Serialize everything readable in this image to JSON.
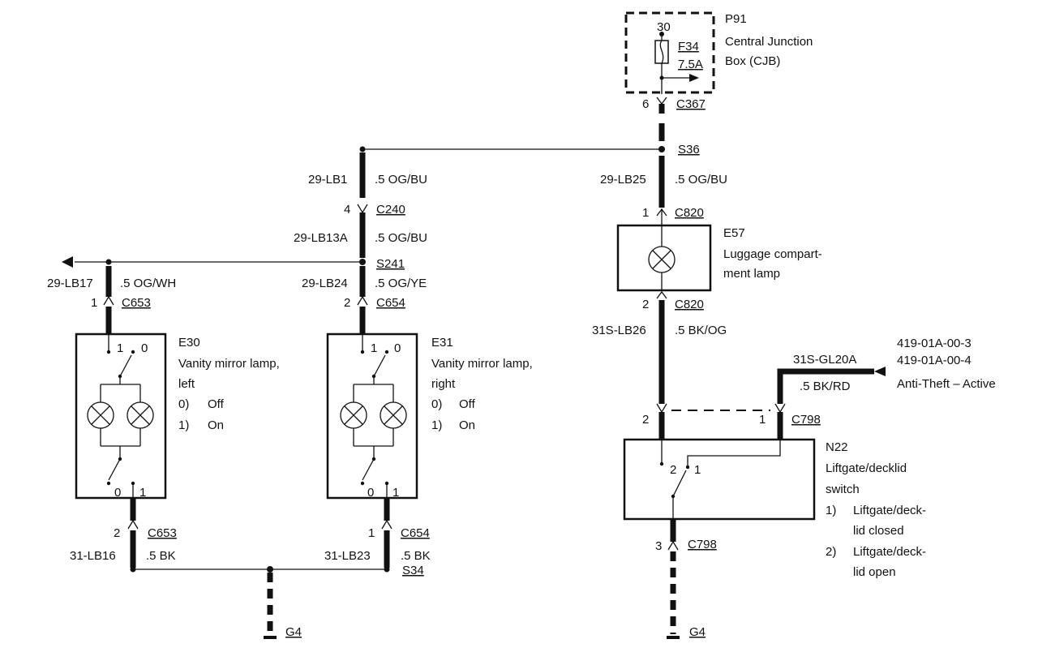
{
  "p91": {
    "id": "P91",
    "name_l1": "Central Junction",
    "name_l2": "Box (CJB)",
    "pin": "30",
    "fuse_id": "F34",
    "fuse_rating": "7.5A"
  },
  "c367": {
    "pin": "6",
    "id": "C367"
  },
  "s36": {
    "id": "S36"
  },
  "wire_lb25": {
    "code": "29-LB25",
    "spec": ".5 OG/BU"
  },
  "wire_lb1": {
    "code": "29-LB1",
    "spec": ".5 OG/BU"
  },
  "c240": {
    "pin": "4",
    "id": "C240"
  },
  "wire_lb13a": {
    "code": "29-LB13A",
    "spec": ".5 OG/BU"
  },
  "s241": {
    "id": "S241"
  },
  "wire_lb17": {
    "code": "29-LB17",
    "spec": ".5 OG/WH"
  },
  "wire_lb24": {
    "code": "29-LB24",
    "spec": ".5 OG/YE"
  },
  "c653_top": {
    "pin": "1",
    "id": "C653"
  },
  "c654_top": {
    "pin": "2",
    "id": "C654"
  },
  "e30": {
    "id": "E30",
    "name_l1": "Vanity mirror lamp,",
    "name_l2": "left",
    "state0_num": "0)",
    "state0": "Off",
    "state1_num": "1)",
    "state1": "On",
    "sw_top_1": "1",
    "sw_top_0": "0",
    "sw_bot_0": "0",
    "sw_bot_1": "1"
  },
  "e31": {
    "id": "E31",
    "name_l1": "Vanity mirror lamp,",
    "name_l2": "right",
    "state0_num": "0)",
    "state0": "Off",
    "state1_num": "1)",
    "state1": "On",
    "sw_top_1": "1",
    "sw_top_0": "0",
    "sw_bot_0": "0",
    "sw_bot_1": "1"
  },
  "c653_bot": {
    "pin": "2",
    "id": "C653"
  },
  "c654_bot": {
    "pin": "1",
    "id": "C654"
  },
  "wire_lb16": {
    "code": "31-LB16",
    "spec": ".5 BK"
  },
  "wire_lb23": {
    "code": "31-LB23",
    "spec": ".5 BK"
  },
  "s34": {
    "id": "S34"
  },
  "g4_left": {
    "id": "G4"
  },
  "c820_top": {
    "pin": "1",
    "id": "C820"
  },
  "e57": {
    "id": "E57",
    "name_l1": "Luggage compart-",
    "name_l2": "ment lamp"
  },
  "c820_bot": {
    "pin": "2",
    "id": "C820"
  },
  "wire_lb26": {
    "code": "31S-LB26",
    "spec": ".5 BK/OG"
  },
  "wire_gl20a": {
    "code": "31S-GL20A",
    "spec": ".5 BK/RD"
  },
  "ref": {
    "line1": "419-01A-00-3",
    "line2": "419-01A-00-4",
    "line3": "Anti-Theft – Active"
  },
  "c798_top": {
    "pin_left": "2",
    "pin_right": "1",
    "id": "C798"
  },
  "n22": {
    "id": "N22",
    "name_l1": "Liftgate/decklid",
    "name_l2": "switch",
    "sw_2": "2",
    "sw_1": "1",
    "s1_num": "1)",
    "s1_l1": "Liftgate/deck-",
    "s1_l2": "lid closed",
    "s2_num": "2)",
    "s2_l1": "Liftgate/deck-",
    "s2_l2": "lid open"
  },
  "c798_bot": {
    "pin": "3",
    "id": "C798"
  },
  "g4_right": {
    "id": "G4"
  }
}
